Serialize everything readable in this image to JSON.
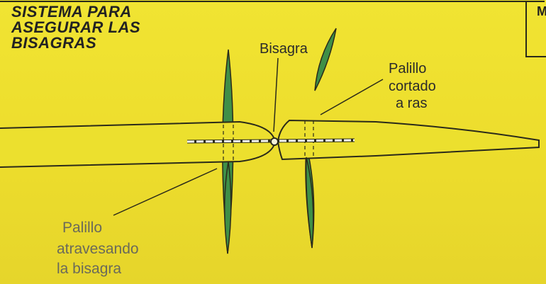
{
  "title": {
    "lines": [
      "SISTEMA PARA",
      "ASEGURAR LAS",
      "BISAGRAS"
    ]
  },
  "labels": {
    "hinge": "Bisagra",
    "cut_stick": [
      "Palillo",
      "cortado",
      "a ras"
    ],
    "through_stick": [
      "Palillo",
      "atravesando",
      "la bisagra"
    ]
  },
  "edge_mark": "M",
  "colors": {
    "page": "#efe030",
    "stick_green": "#3f8f47",
    "outline": "#2a2a1a"
  }
}
